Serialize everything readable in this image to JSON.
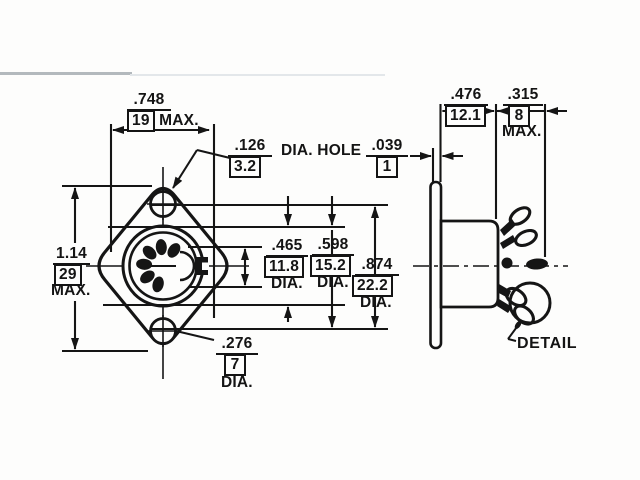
{
  "drawing": {
    "type": "engineering-dimension-drawing",
    "views": [
      "front-view-socket-flange",
      "side-view-socket-with-terminals"
    ],
    "detail_label": "DETAIL"
  },
  "dims": {
    "d748": {
      "inch": ".748",
      "mm": "19",
      "suffix": "MAX."
    },
    "d126": {
      "inch": ".126",
      "mm": "3.2",
      "suffix": "DIA. HOLE"
    },
    "d039": {
      "inch": ".039",
      "mm": "1",
      "suffix": ""
    },
    "d476": {
      "inch": ".476",
      "mm": "12.1",
      "suffix": ""
    },
    "d315": {
      "inch": ".315",
      "mm": "8",
      "suffix": "MAX."
    },
    "d114": {
      "inch": "1.14",
      "mm": "29",
      "suffix": "MAX."
    },
    "d465": {
      "inch": ".465",
      "mm": "11.8",
      "suffix": "DIA."
    },
    "d598": {
      "inch": ".598",
      "mm": "15.2",
      "suffix": "DIA."
    },
    "d874": {
      "inch": ".874",
      "mm": "22.2",
      "suffix": "DIA."
    },
    "d276": {
      "inch": ".276",
      "mm": "7",
      "suffix": "DIA."
    }
  },
  "colors": {
    "line": "#151515",
    "background": "#fdfdfc"
  }
}
